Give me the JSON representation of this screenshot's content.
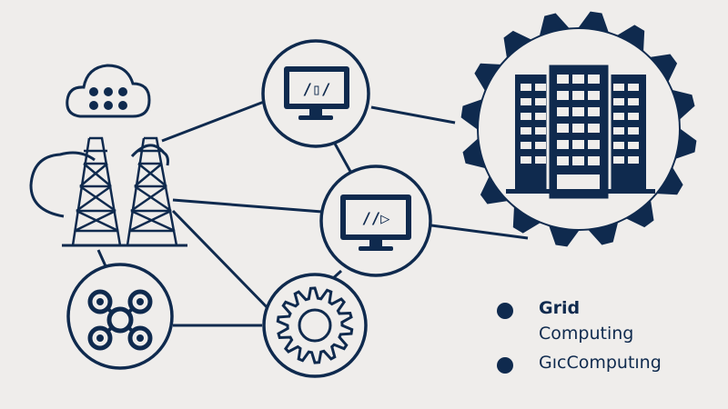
{
  "colors": {
    "primary": "#0f2a4e",
    "background": "#efedeb"
  },
  "nodes": [
    {
      "id": "cloud-towers",
      "icon": "cloud-power-towers-icon"
    },
    {
      "id": "monitor-top",
      "icon": "monitor-icon",
      "screen_text": "/▯/"
    },
    {
      "id": "monitor-center",
      "icon": "monitor-icon",
      "screen_text": "//▷"
    },
    {
      "id": "network-hub",
      "icon": "network-hub-icon"
    },
    {
      "id": "gear",
      "icon": "gear-icon"
    },
    {
      "id": "data-center",
      "icon": "buildings-in-gear-icon"
    }
  ],
  "legend": {
    "items": [
      {
        "label": "Grid",
        "sub": "Computing"
      },
      {
        "label": "GıcComputıng"
      }
    ]
  }
}
